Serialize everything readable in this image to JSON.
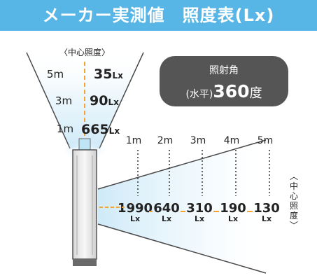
{
  "header": {
    "title": "メーカー実測値　照度表(Lx)"
  },
  "vertical": {
    "label": "〈中心照度〉",
    "rows": [
      {
        "distance": "5m",
        "value": "35",
        "unit": "Lx"
      },
      {
        "distance": "3m",
        "value": "90",
        "unit": "Lx"
      },
      {
        "distance": "1m",
        "value": "665",
        "unit": "Lx"
      }
    ]
  },
  "angle_badge": {
    "title": "照射角",
    "prefix": "(水平)",
    "value": "360",
    "suffix": "度"
  },
  "horizontal": {
    "distances": [
      "1m",
      "2m",
      "3m",
      "4m",
      "5m"
    ],
    "values": [
      "1990",
      "640",
      "310",
      "190",
      "130"
    ],
    "unit": "Lx",
    "side_label": "〈中心照度〉"
  },
  "colors": {
    "header_bg": "#58b6e6",
    "accent_orange": "#f0a43a",
    "badge_bg": "#555555",
    "beam": "#cfeaf8"
  }
}
